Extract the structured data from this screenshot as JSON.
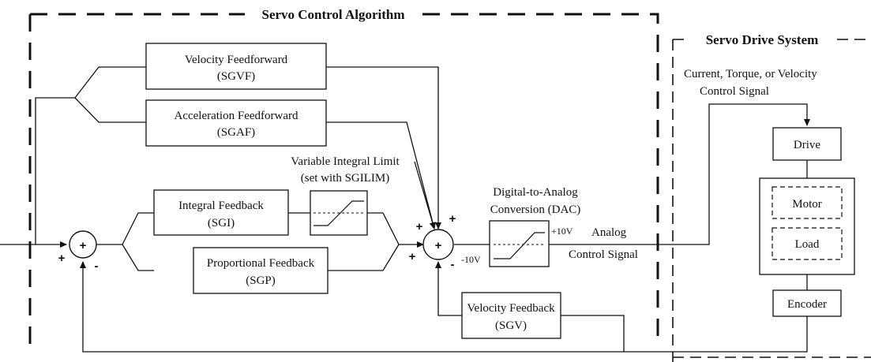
{
  "frames": {
    "servo_control_algorithm": "Servo Control Algorithm",
    "servo_drive_system": "Servo Drive System"
  },
  "blocks": {
    "velocity_feedforward": {
      "line1": "Velocity Feedforward",
      "line2": "(SGVF)"
    },
    "acceleration_feedforward": {
      "line1": "Acceleration Feedforward",
      "line2": "(SGAF)"
    },
    "integral_feedback": {
      "line1": "Integral Feedback",
      "line2": "(SGI)"
    },
    "proportional_feedback": {
      "line1": "Proportional Feedback",
      "line2": "(SGP)"
    },
    "velocity_feedback": {
      "line1": "Velocity Feedback",
      "line2": "(SGV)"
    },
    "drive": "Drive",
    "motor": "Motor",
    "load": "Load",
    "encoder": "Encoder"
  },
  "labels": {
    "variable_integral_limit": {
      "line1": "Variable Integral Limit",
      "line2": "(set with SGILIM)"
    },
    "dac": {
      "line1": "Digital-to-Analog",
      "line2": "Conversion (DAC)",
      "plus": "+10V",
      "minus": "-10V"
    },
    "analog_control_signal": {
      "line1": "Analog",
      "line2": "Control Signal"
    },
    "control_signal_note": {
      "line1": "Current, Torque, or Velocity",
      "line2": "Control Signal"
    }
  },
  "signs": {
    "sum1_plus": "+",
    "sum1_minus": "-",
    "sum2_plus_a": "+",
    "sum2_plus_b": "+",
    "sum2_plus_c": "+",
    "sum2_minus": "-",
    "sum_symbol": "+"
  }
}
